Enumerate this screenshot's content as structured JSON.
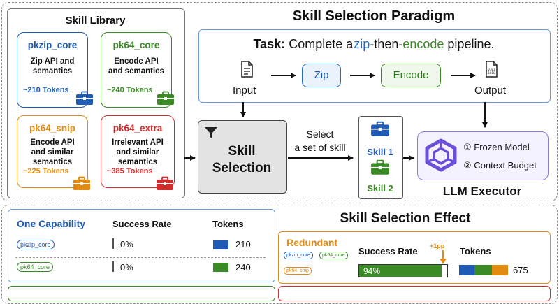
{
  "library": {
    "title": "Skill Library",
    "cards": [
      {
        "name": "pkzip_core",
        "desc": [
          "Zip API and",
          "semantics"
        ],
        "tokens": "~210 Tokens",
        "color": "#1f5bb4",
        "icon": "briefcase-icon"
      },
      {
        "name": "pk64_core",
        "desc": [
          "Encode API",
          "and semantics"
        ],
        "tokens": "~240 Tokens",
        "color": "#3a8a26",
        "icon": "briefcase-icon"
      },
      {
        "name": "pk64_snip",
        "desc": [
          "Encode API",
          "and similar",
          "semantics"
        ],
        "tokens": "~225 Tokens",
        "color": "#e38b10",
        "icon": "briefcase-icon"
      },
      {
        "name": "pk64_extra",
        "desc": [
          "Irrelevant API",
          "and similar",
          "semantics"
        ],
        "tokens": "~385 Tokens",
        "color": "#d22b2b",
        "icon": "briefcase-icon"
      }
    ]
  },
  "paradigm": {
    "title": "Skill Selection Paradigm",
    "task_label": "Task:",
    "task_pre": "Complete a",
    "task_zip": "zip",
    "task_mid": "-then-",
    "task_encode": "encode",
    "task_post": "pipeline.",
    "input_label": "Input",
    "zip_label": "Zip",
    "encode_label": "Encode",
    "output_label": "Output",
    "selection_line1": "Skill",
    "selection_line2": "Selection",
    "select_line1": "Select",
    "select_line2": "a set of skill",
    "skill1": "Skill 1",
    "skill2": "Skill 2",
    "executor_item1": "① Frozen Model",
    "executor_item2": "② Context Budget",
    "executor_title": "LLM Executor"
  },
  "effect": {
    "title": "Skill Selection Effect",
    "one_capability": {
      "title": "One Capability",
      "col_success": "Success Rate",
      "col_tokens": "Tokens",
      "rows": [
        {
          "chip": "pkzip_core",
          "rate": "0%",
          "tokens": "210",
          "color": "#1f5bb4"
        },
        {
          "chip": "pk64_core",
          "rate": "0%",
          "tokens": "240",
          "color": "#3a8a26"
        }
      ]
    },
    "redundant": {
      "title": "Redundant",
      "chips": [
        "pkzip_core",
        "pk64_core",
        "pk64_snip"
      ],
      "col_success": "Success Rate",
      "col_tokens": "Tokens",
      "delta": "+1pp",
      "rate": "94%",
      "rate_value": 94,
      "tokens": "675"
    }
  },
  "colors": {
    "blue": "#1f5bb4",
    "green": "#3a8a26",
    "orange": "#e38b10",
    "red": "#d22b2b",
    "task_zip": "#1f6fd1",
    "task_encode": "#3a8a26",
    "executor": "#6b4fd8"
  }
}
